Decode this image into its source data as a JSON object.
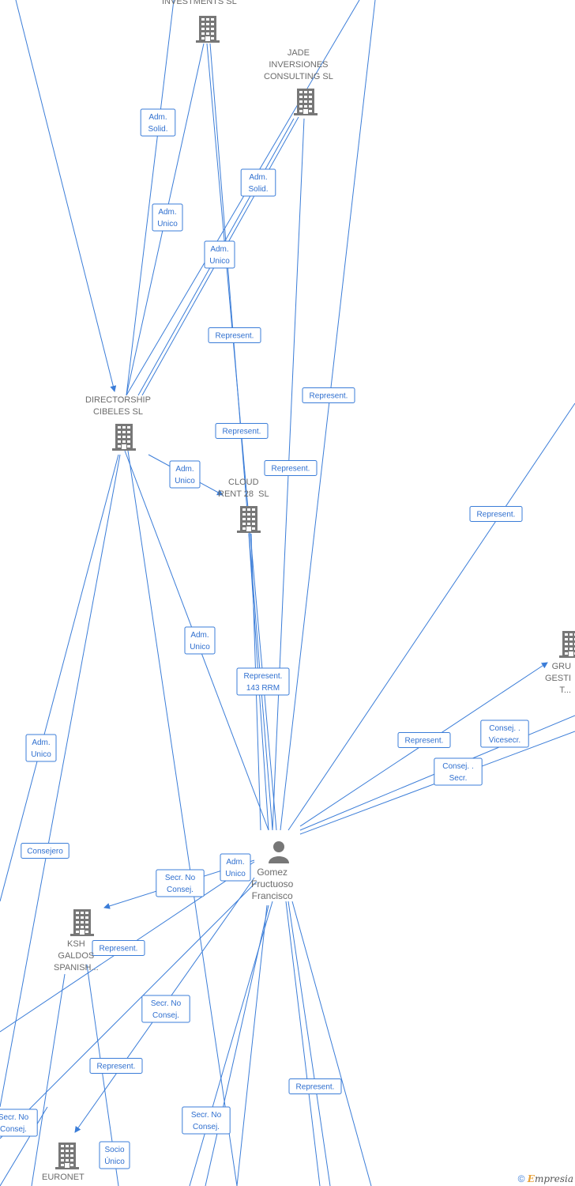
{
  "nodes": {
    "investments": {
      "label": "INVESTMENTS SL",
      "type": "company"
    },
    "jade": {
      "label": "JADE\nINVERSIONES\nCONSULTING SL",
      "type": "company"
    },
    "directorship": {
      "label": "DIRECTORSHIP\nCIBELES SL",
      "type": "company"
    },
    "cloud": {
      "label": "CLOUD\nRENT 28  SL",
      "type": "company"
    },
    "grupo": {
      "label": "GRU\nGESTI\nT...",
      "type": "company"
    },
    "gomez": {
      "label": "Gomez\nFructuoso\nFrancisco",
      "type": "person"
    },
    "ksh": {
      "label": "KSH\nGALDOS\nSPANISH...",
      "type": "company"
    },
    "euronet": {
      "label": "EURONET",
      "type": "company"
    }
  },
  "edge_labels": [
    "Adm.\nSolid.",
    "Adm.\nUnico",
    "Adm.\nSolid.",
    "Adm.\nUnico",
    "Represent.",
    "Represent.",
    "Represent.",
    "Represent.",
    "Adm.\nUnico",
    "Represent.",
    "Adm.\nUnico",
    "Represent.\n143 RRM",
    "Adm.\nUnico",
    "Represent.",
    "Consej. .\nVicesecr.",
    "Consej. .\nSecr.",
    "Consejero",
    "Adm.\nUnico",
    "Secr.  No\nConsej.",
    "Represent.",
    "Secr.  No\nConsej.",
    "Represent.",
    "Represent.",
    "Secr.  No\nConsej.",
    "Secr.  No\nConsej.",
    "Socio\nÚnico"
  ],
  "footer": {
    "copyright": "©",
    "brand_initial": "E",
    "brand_rest": "mpresia"
  },
  "colors": {
    "edge": "#3b7dd8",
    "node_label": "#6b6b6b",
    "icon": "#777777",
    "brand_accent": "#e8a23a"
  }
}
